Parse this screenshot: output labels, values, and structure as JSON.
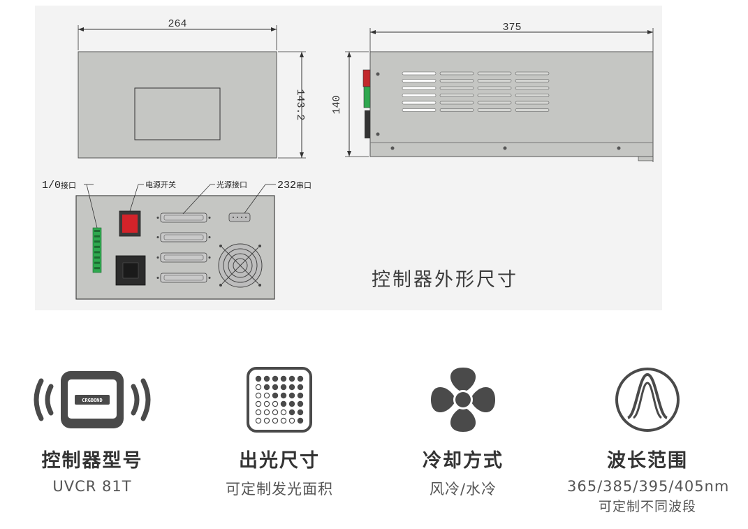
{
  "drawing": {
    "top_view_width": "264",
    "top_view_height": "143.2",
    "side_view_length": "375",
    "side_view_height": "140",
    "callouts": {
      "io_prefix": "1/0",
      "io_suffix": "接口",
      "power_switch": "电源开关",
      "light_source_port": "光源接口",
      "serial_prefix": "232",
      "serial_suffix": "串口"
    },
    "caption": "控制器外形尺寸"
  },
  "features": [
    {
      "icon": "controller-screen-icon",
      "logo_text": "CRGBOND",
      "title": "控制器型号",
      "sub": "UVCR 81T"
    },
    {
      "icon": "dot-grid-icon",
      "title": "出光尺寸",
      "sub": "可定制发光面积"
    },
    {
      "icon": "fan-icon",
      "title": "冷却方式",
      "sub": "风冷/水冷"
    },
    {
      "icon": "wavelength-curve-icon",
      "title": "波长范围",
      "sub": "365/385/395/405nm",
      "sub2": "可定制不同波段"
    }
  ],
  "colors": {
    "panel_bg": "#f3f3f3",
    "device_gray": "#c5c6c3",
    "icon_dark": "#4a4a4a",
    "switch_red": "#d4232a",
    "terminal_green": "#2fa84f"
  }
}
